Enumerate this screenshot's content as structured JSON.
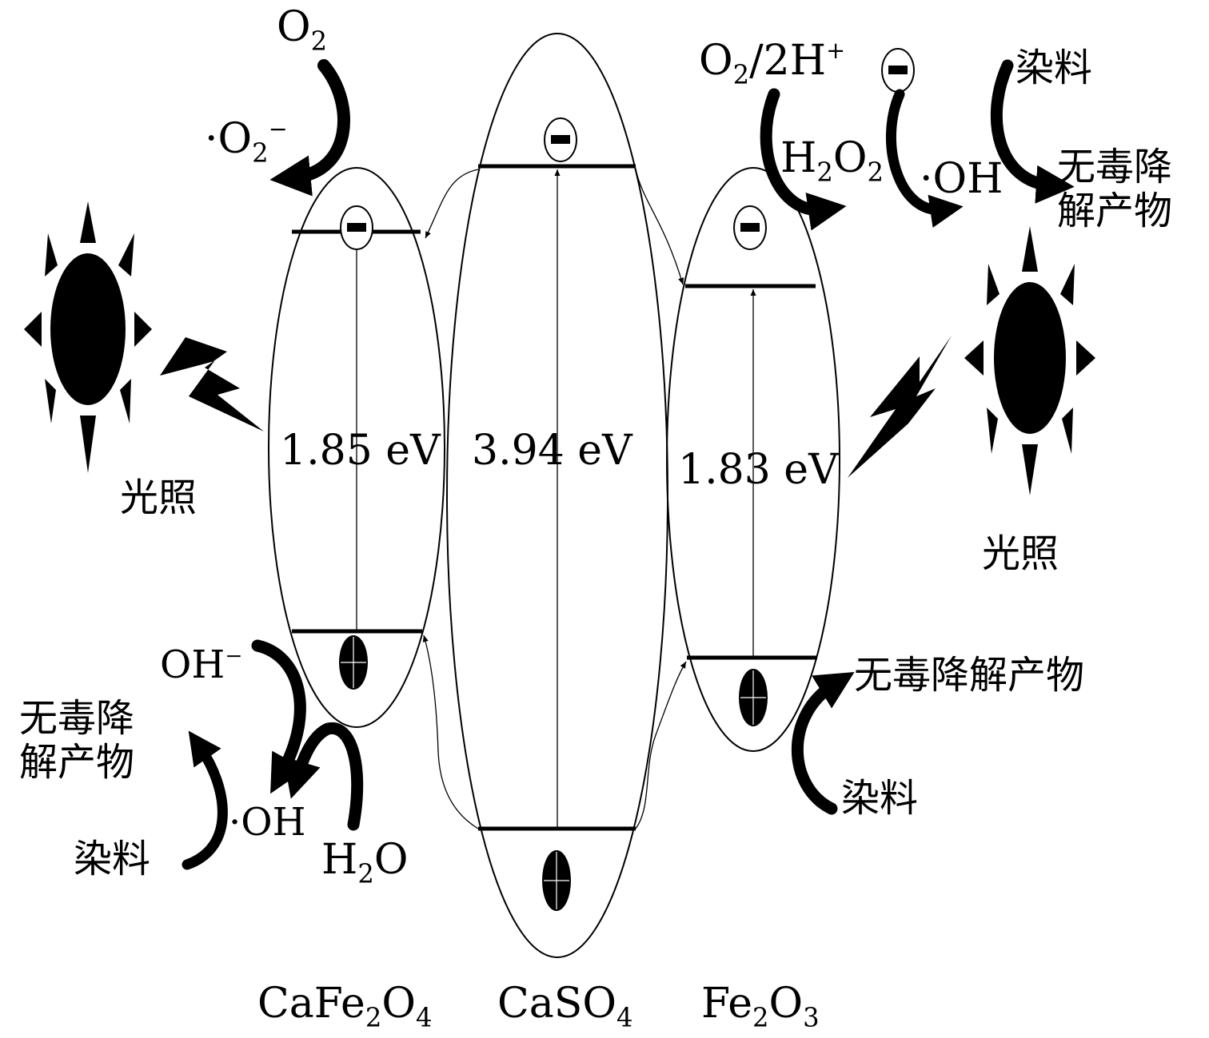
{
  "materials": {
    "left": {
      "name": "CaFe",
      "sub1": "2",
      "mid": "O",
      "sub2": "4",
      "band_gap": "1.85 eV"
    },
    "center": {
      "name": "CaSO",
      "sub1": "4",
      "band_gap": "3.94 eV"
    },
    "right": {
      "name": "Fe",
      "sub1": "2",
      "mid": "O",
      "sub2": "3",
      "band_gap": "1.83 eV"
    }
  },
  "left_top": {
    "o2": {
      "main": "O",
      "sub": "2"
    },
    "superoxide": {
      "pre": "·O",
      "sub": "2",
      "sup": "−"
    }
  },
  "left_bottom": {
    "hydroxide": {
      "main": "OH",
      "sup": "−"
    },
    "radical": "·OH",
    "water": {
      "a": "H",
      "sub": "2",
      "b": "O"
    },
    "dye": "染料",
    "products": [
      "无毒降",
      "解产物"
    ]
  },
  "right_top": {
    "o2h": {
      "a": "O",
      "sub": "2",
      "b": "/2H",
      "sup": "+"
    },
    "h2o2": {
      "a": "H",
      "sub1": "2",
      "b": "O",
      "sub2": "2"
    },
    "radical": "·OH",
    "dye": "染料",
    "products": [
      "无毒降",
      "解产物"
    ]
  },
  "right_bottom": {
    "products": "无毒降解产物",
    "dye": "染料"
  },
  "light_label": "光照",
  "icons": [
    "sun-icon",
    "lightning-icon",
    "electron-icon",
    "hole-icon",
    "curved-arrow-icon"
  ],
  "colors": {
    "ink": "#000000",
    "background": "#ffffff"
  }
}
